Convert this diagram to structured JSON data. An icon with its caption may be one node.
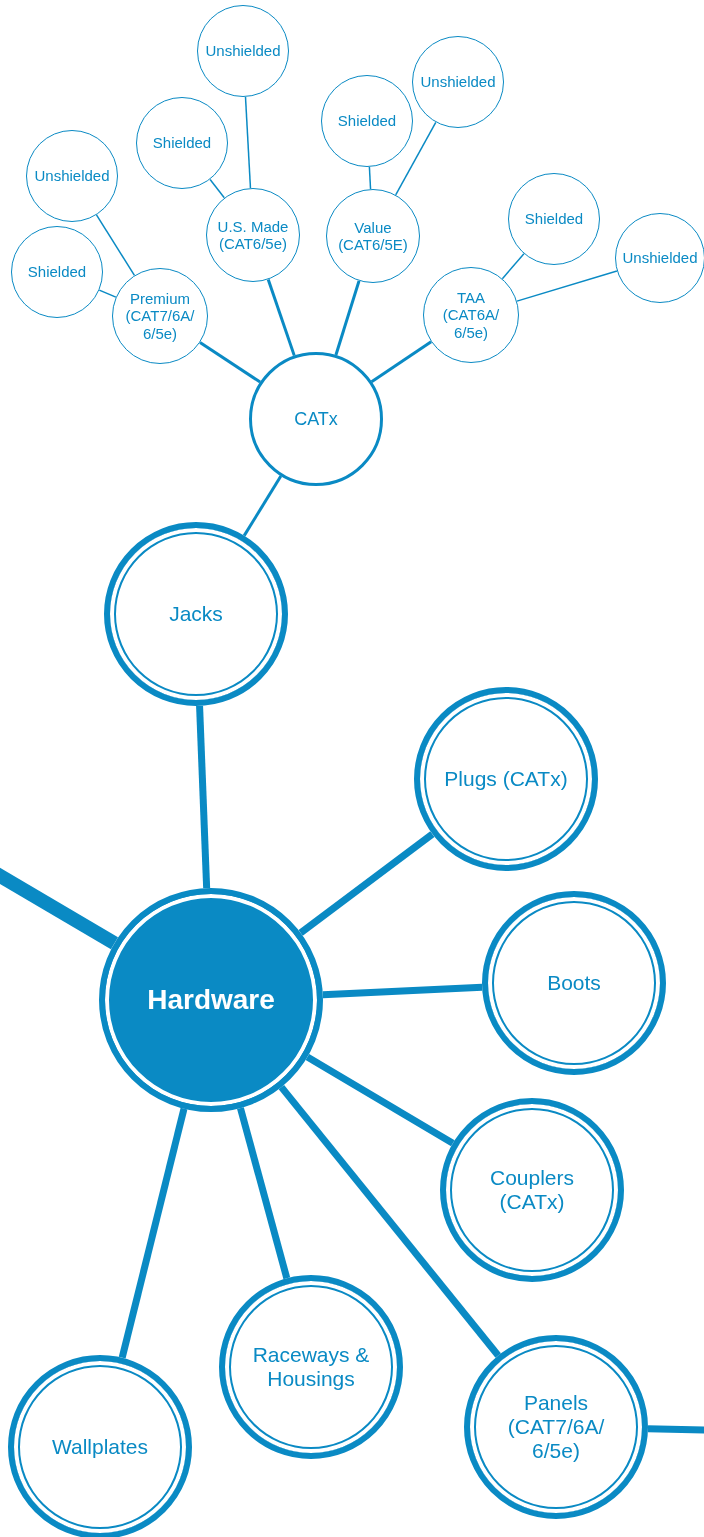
{
  "diagram": {
    "nodes": [
      {
        "text": [
          "Hardware"
        ]
      },
      {
        "text": [
          "Jacks"
        ]
      },
      {
        "text": [
          "CATx"
        ]
      },
      {
        "text": [
          "Premium (CAT7/6A/ 6/5e)"
        ]
      },
      {
        "text": [
          "Shielded"
        ]
      },
      {
        "text": [
          "Unshielded"
        ]
      },
      {
        "text": [
          "U.S. Made (CAT6/5e)"
        ]
      },
      {
        "text": [
          "Shielded"
        ]
      },
      {
        "text": [
          "Unshielded"
        ]
      },
      {
        "text": [
          "Value (CAT6/5E)"
        ]
      },
      {
        "text": [
          "Shielded"
        ]
      },
      {
        "text": [
          "Unshielded"
        ]
      },
      {
        "text": [
          "TAA (CAT6A/ 6/5e)"
        ]
      },
      {
        "text": [
          "Shielded"
        ]
      },
      {
        "text": [
          "Unshielded"
        ]
      },
      {
        "text": [
          "Plugs (CATx)"
        ]
      },
      {
        "text": [
          "Boots"
        ]
      },
      {
        "text": [
          "Couplers (CATx)"
        ]
      },
      {
        "text": [
          "Panels (CAT7/6A/ 6/5e)"
        ]
      },
      {
        "text": [
          "Raceways & Housings"
        ]
      },
      {
        "text": [
          "Wallplates"
        ]
      }
    ],
    "edges": [
      {
        "from": null,
        "to": 0,
        "arrow": "none",
        "style": "thick"
      },
      {
        "from": 0,
        "to": 1,
        "arrow": "none",
        "style": "thick"
      },
      {
        "from": 0,
        "to": 15,
        "arrow": "none",
        "style": "thick"
      },
      {
        "from": 0,
        "to": 16,
        "arrow": "none",
        "style": "thick"
      },
      {
        "from": 0,
        "to": 17,
        "arrow": "none",
        "style": "thick"
      },
      {
        "from": 0,
        "to": 18,
        "arrow": "none",
        "style": "thick"
      },
      {
        "from": 0,
        "to": 19,
        "arrow": "none",
        "style": "thick"
      },
      {
        "from": 0,
        "to": 20,
        "arrow": "none",
        "style": "thick"
      },
      {
        "from": 18,
        "to": null,
        "arrow": "none",
        "style": "thick"
      },
      {
        "from": 1,
        "to": 2,
        "arrow": "none"
      },
      {
        "from": 2,
        "to": 3,
        "arrow": "none"
      },
      {
        "from": 2,
        "to": 6,
        "arrow": "none"
      },
      {
        "from": 2,
        "to": 9,
        "arrow": "none"
      },
      {
        "from": 2,
        "to": 12,
        "arrow": "none"
      },
      {
        "from": 3,
        "to": 4,
        "arrow": "none"
      },
      {
        "from": 3,
        "to": 5,
        "arrow": "none"
      },
      {
        "from": 6,
        "to": 7,
        "arrow": "none"
      },
      {
        "from": 6,
        "to": 8,
        "arrow": "none"
      },
      {
        "from": 9,
        "to": 10,
        "arrow": "none"
      },
      {
        "from": 9,
        "to": 11,
        "arrow": "none"
      },
      {
        "from": 12,
        "to": 13,
        "arrow": "none"
      },
      {
        "from": 12,
        "to": 14,
        "arrow": "none"
      }
    ]
  }
}
